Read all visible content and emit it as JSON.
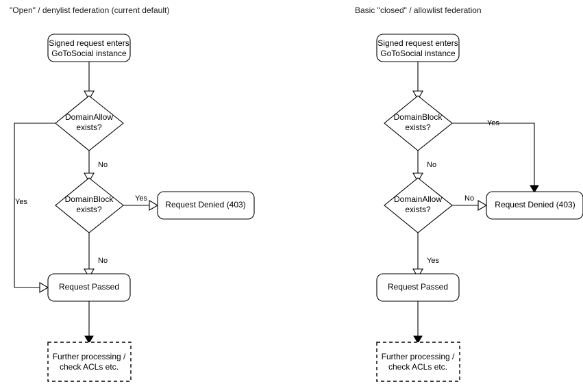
{
  "panels": [
    {
      "id": "open-denylist",
      "title": "\"Open\" / denylist federation (current default)",
      "nodes": {
        "entry": "Signed request enters\nGoToSocial instance",
        "entry_line1": "Signed request enters",
        "entry_line2": "GoToSocial instance",
        "decision1_line1": "DomainAllow",
        "decision1_line2": "exists?",
        "decision2_line1": "DomainBlock",
        "decision2_line2": "exists?",
        "denied": "Request Denied (403)",
        "passed": "Request Passed",
        "further_line1": "Further processing /",
        "further_line2": "check ACLs etc."
      },
      "edge_labels": {
        "allow_yes": "Yes",
        "allow_no": "No",
        "block_yes": "Yes",
        "block_no": "No"
      }
    },
    {
      "id": "closed-allowlist",
      "title": "Basic \"closed\" / allowlist federation",
      "nodes": {
        "entry": "Signed request enters\nGoToSocial instance",
        "entry_line1": "Signed request enters",
        "entry_line2": "GoToSocial instance",
        "decision1_line1": "DomainBlock",
        "decision1_line2": "exists?",
        "decision2_line1": "DomainAllow",
        "decision2_line2": "exists?",
        "denied": "Request Denied (403)",
        "passed": "Request Passed",
        "further_line1": "Further processing /",
        "further_line2": "check ACLs etc."
      },
      "edge_labels": {
        "block_yes": "Yes",
        "block_no": "No",
        "allow_no": "No",
        "allow_yes": "Yes"
      }
    }
  ],
  "colors": {
    "stroke": "#000000",
    "fill": "#ffffff",
    "text": "#000000",
    "background": "#ffffff"
  }
}
